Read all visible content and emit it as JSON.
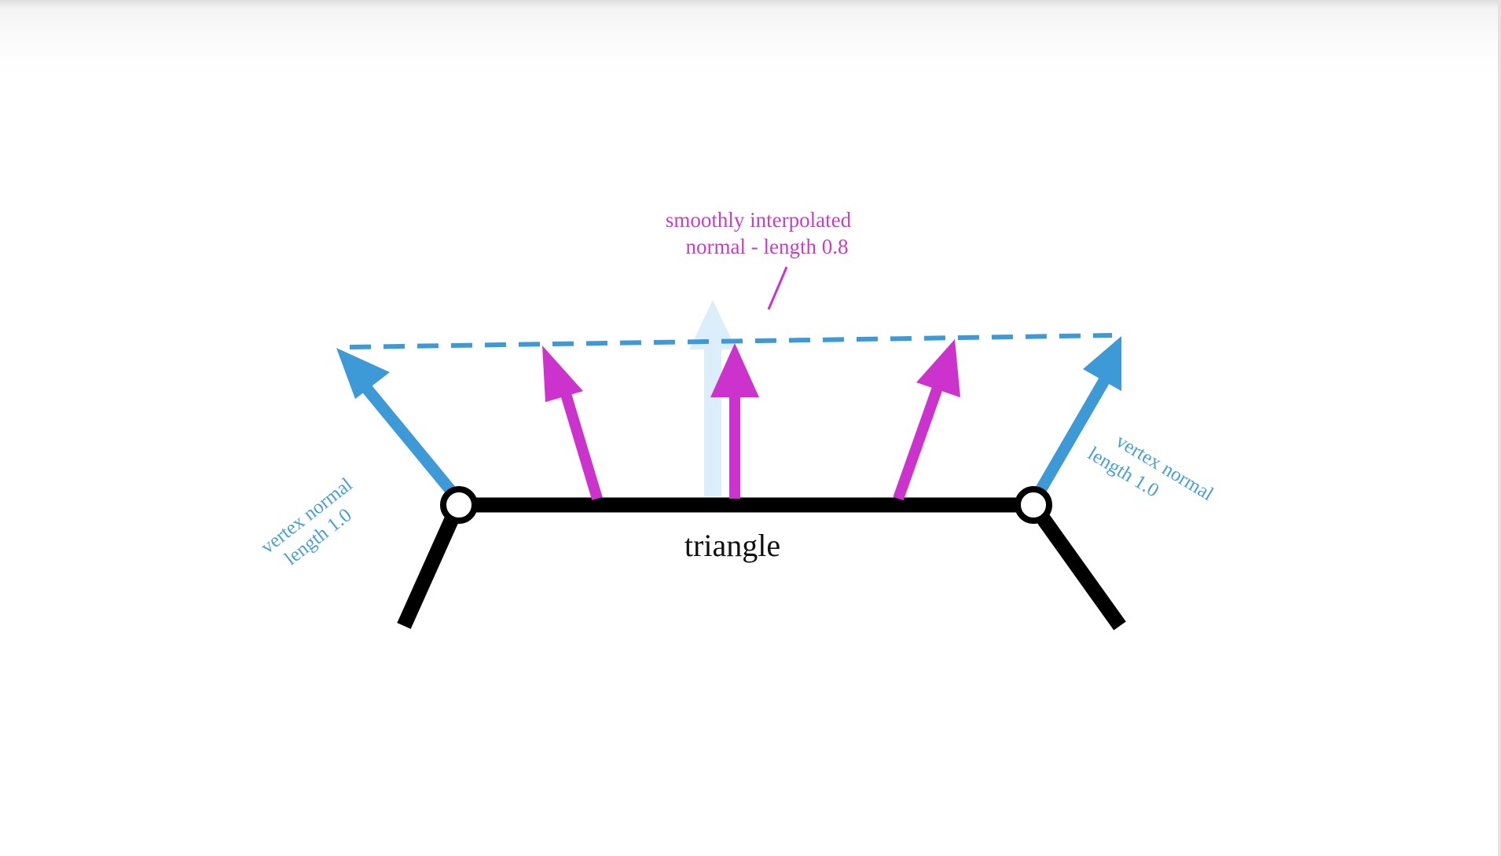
{
  "labels": {
    "interp_line1": "smoothly interpolated",
    "interp_line2": "normal - length 0.8",
    "left_vertex_line1": "vertex normal",
    "left_vertex_line2": "length 1.0",
    "right_vertex_line1": "vertex normal",
    "right_vertex_line2": "length 1.0",
    "triangle": "triangle"
  },
  "colors": {
    "vertex_normal": "#3d9ad6",
    "interpolated_normal": "#cc33cc",
    "ghost_normal": "#dbeef9",
    "edge": "#000000",
    "background": "#ffffff"
  }
}
